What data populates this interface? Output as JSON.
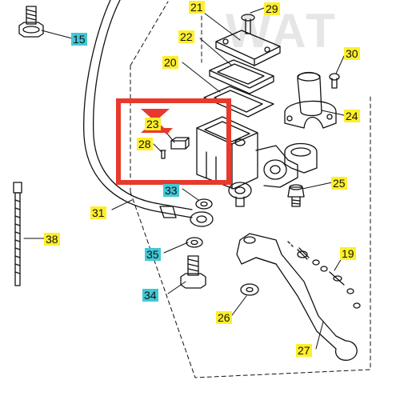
{
  "watermark": "WAT",
  "callouts": [
    {
      "id": "21",
      "text": "21",
      "color": "#ffef2a"
    },
    {
      "id": "29",
      "text": "29",
      "color": "#ffef2a"
    },
    {
      "id": "15",
      "text": "15",
      "color": "#41c8d6"
    },
    {
      "id": "22",
      "text": "22",
      "color": "#ffef2a"
    },
    {
      "id": "30",
      "text": "30",
      "color": "#ffef2a"
    },
    {
      "id": "20",
      "text": "20",
      "color": "#ffef2a"
    },
    {
      "id": "24",
      "text": "24",
      "color": "#ffef2a"
    },
    {
      "id": "23",
      "text": "23",
      "color": "#ffef2a"
    },
    {
      "id": "28",
      "text": "28",
      "color": "#ffef2a"
    },
    {
      "id": "33",
      "text": "33",
      "color": "#41c8d6"
    },
    {
      "id": "25",
      "text": "25",
      "color": "#ffef2a"
    },
    {
      "id": "31",
      "text": "31",
      "color": "#ffef2a"
    },
    {
      "id": "38",
      "text": "38",
      "color": "#ffef2a"
    },
    {
      "id": "35",
      "text": "35",
      "color": "#41c8d6"
    },
    {
      "id": "19",
      "text": "19",
      "color": "#ffef2a"
    },
    {
      "id": "34",
      "text": "34",
      "color": "#41c8d6"
    },
    {
      "id": "26",
      "text": "26",
      "color": "#ffef2a"
    },
    {
      "id": "27",
      "text": "27",
      "color": "#ffef2a"
    }
  ],
  "highlight": {
    "color": "#e8392c"
  }
}
